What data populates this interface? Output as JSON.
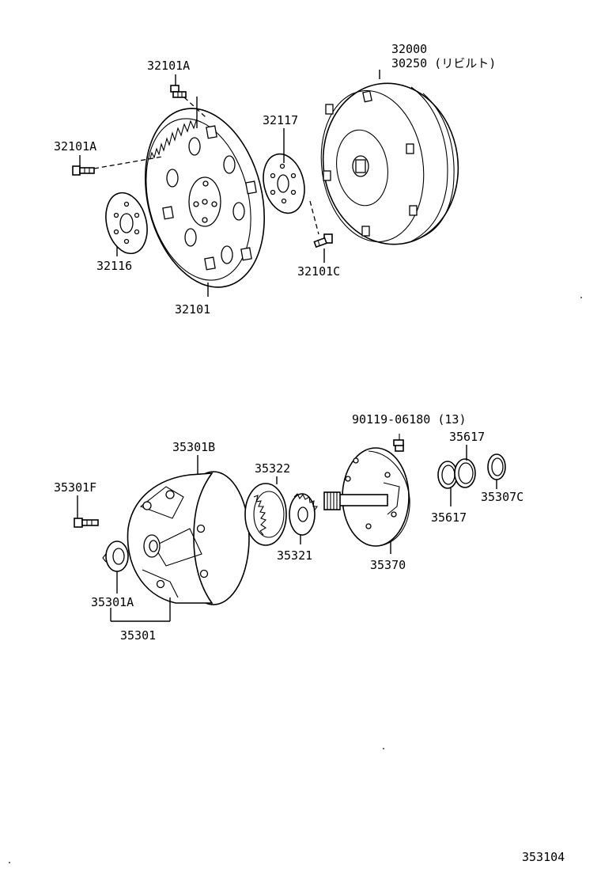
{
  "labels": {
    "p32101A_top": "32101A",
    "p32101A_left": "32101A",
    "p32117": "32117",
    "p32000": "32000",
    "p30250": "30250 (リビルト)",
    "p32116": "32116",
    "p32101": "32101",
    "p32101C": "32101C",
    "p90119": "90119-06180 (13)",
    "p35617_top": "35617",
    "p35301B": "35301B",
    "p35322": "35322",
    "p35301F": "35301F",
    "p35307C": "35307C",
    "p35617_bottom": "35617",
    "p35321": "35321",
    "p35370": "35370",
    "p35301A": "35301A",
    "p35301": "35301",
    "figure_number": "353104"
  }
}
